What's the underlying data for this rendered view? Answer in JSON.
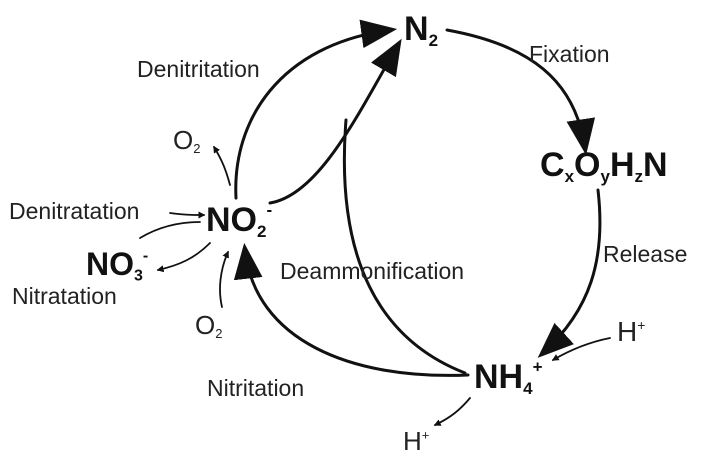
{
  "species": {
    "n2": {
      "base": "N",
      "sub": "2"
    },
    "organic": {
      "c": "C",
      "c_sub": "x",
      "o": "O",
      "o_sub": "y",
      "h": "H",
      "h_sub": "z",
      "n": "N"
    },
    "nh4": {
      "base": "NH",
      "sub": "4",
      "sup": "+"
    },
    "no2": {
      "base": "NO",
      "sub": "2",
      "sup": "-"
    },
    "no3": {
      "base": "NO",
      "sub": "3",
      "sup": "-"
    },
    "o2_top": {
      "base": "O",
      "sub": "2"
    },
    "o2_bottom": {
      "base": "O",
      "sub": "2"
    },
    "h_right": {
      "base": "H",
      "sup": "+"
    },
    "h_bottom": {
      "base": "H",
      "sup": "+"
    }
  },
  "processes": {
    "denitritation": "Denitritation",
    "fixation": "Fixation",
    "release": "Release",
    "deammonification": "Deammonification",
    "denitratation": "Denitratation",
    "nitratation": "Nitratation",
    "nitritation": "Nitritation"
  },
  "colors": {
    "stroke": "#111111",
    "text": "#222222"
  }
}
